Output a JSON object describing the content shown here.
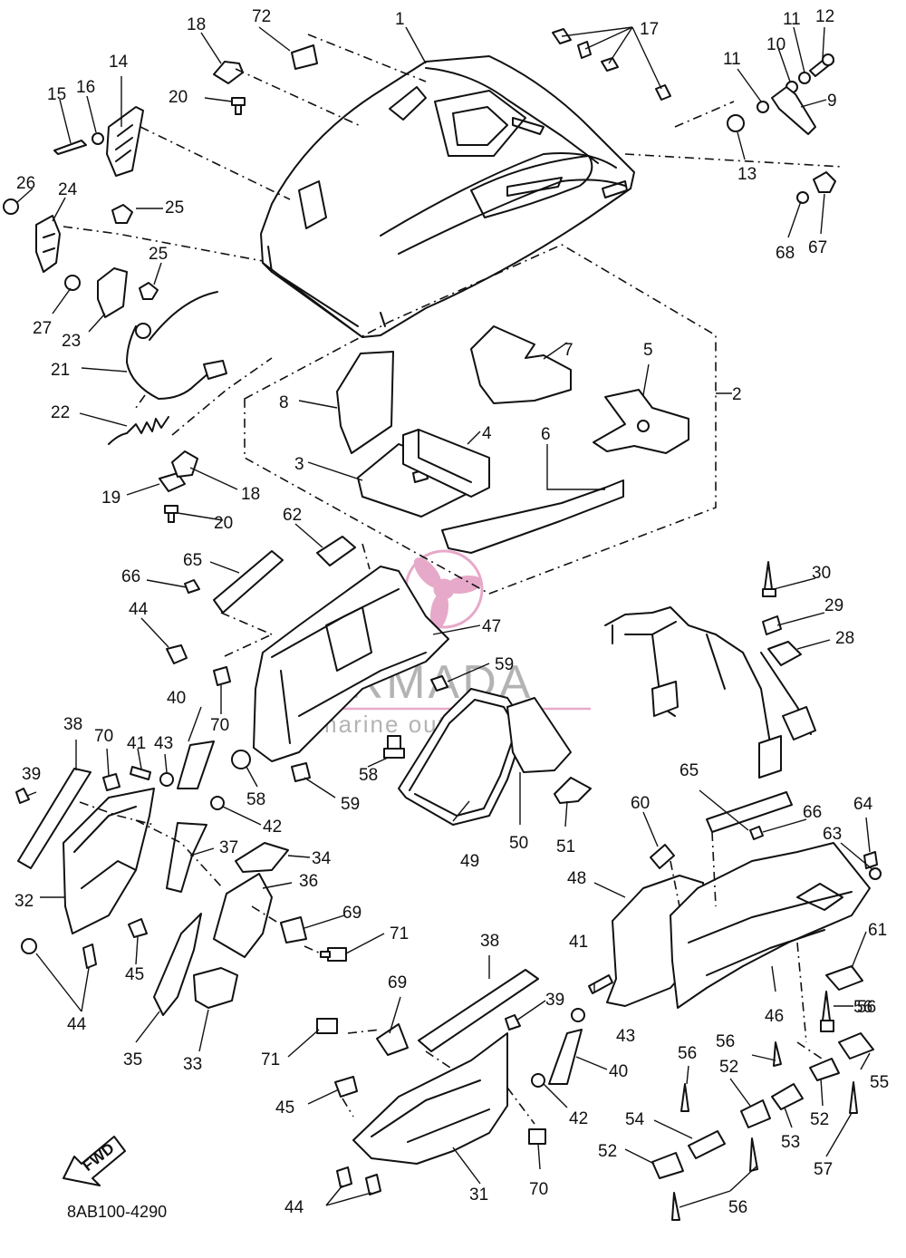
{
  "diagram_code": "8AB100-4290",
  "fwd_label": "FWD",
  "watermark": {
    "brand": "ARMADA",
    "tagline": "marine outboards",
    "accent_color": "#e7a9c9"
  },
  "callouts": [
    "1",
    "2",
    "3",
    "4",
    "5",
    "6",
    "7",
    "8",
    "9",
    "10",
    "11",
    "11",
    "12",
    "13",
    "14",
    "15",
    "16",
    "17",
    "18",
    "18",
    "19",
    "20",
    "20",
    "21",
    "22",
    "23",
    "24",
    "25",
    "25",
    "26",
    "27",
    "28",
    "29",
    "30",
    "31",
    "32",
    "33",
    "34",
    "35",
    "36",
    "37",
    "38",
    "38",
    "39",
    "39",
    "40",
    "40",
    "41",
    "41",
    "42",
    "42",
    "43",
    "43",
    "44",
    "44",
    "44",
    "45",
    "45",
    "46",
    "47",
    "48",
    "49",
    "50",
    "51",
    "52",
    "52",
    "52",
    "53",
    "54",
    "55",
    "56",
    "56",
    "56",
    "56",
    "56",
    "57",
    "58",
    "58",
    "59",
    "59",
    "60",
    "61",
    "62",
    "63",
    "64",
    "65",
    "65",
    "66",
    "66",
    "67",
    "68",
    "69",
    "69",
    "70",
    "70",
    "70",
    "71",
    "71",
    "72"
  ]
}
